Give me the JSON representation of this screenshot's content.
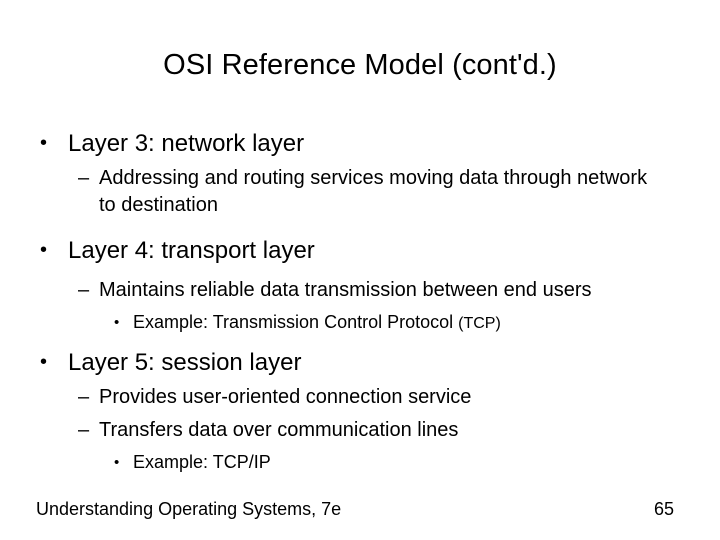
{
  "slide": {
    "title": "OSI Reference Model (cont'd.)",
    "background_color": "#ffffff",
    "text_color": "#000000",
    "markers": {
      "level1": "•",
      "level2": "–",
      "level3": "•"
    },
    "content": [
      {
        "level": 1,
        "text": "Layer 3: network layer"
      },
      {
        "level": 2,
        "text": "Addressing and routing services moving data through network to destination"
      },
      {
        "level": 1,
        "text": "Layer 4: transport layer"
      },
      {
        "level": 2,
        "text": "Maintains reliable data transmission between end users"
      },
      {
        "level": 3,
        "text": "Example: Transmission Control Protocol ",
        "text_tail": "(TCP)"
      },
      {
        "level": 1,
        "text": "Layer 5: session layer"
      },
      {
        "level": 2,
        "text": "Provides user-oriented connection service"
      },
      {
        "level": 2,
        "text": "Transfers data over communication lines"
      },
      {
        "level": 3,
        "text": "Example: TCP/IP"
      }
    ],
    "footer": {
      "source": "Understanding Operating Systems, 7e",
      "page_number": "65"
    }
  }
}
